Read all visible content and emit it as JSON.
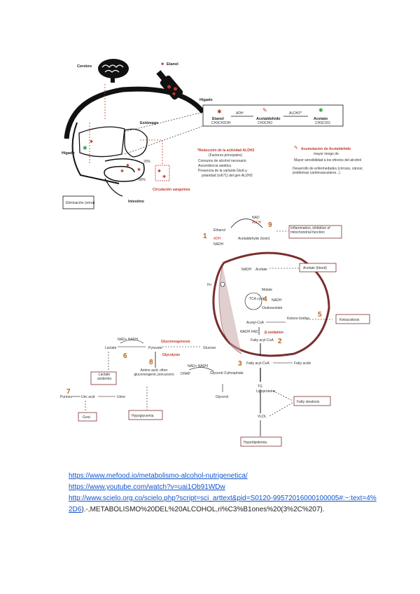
{
  "fig1": {
    "cerebro": "Cerebro",
    "etanol_legend": "Etanol",
    "estomago": "Estómago",
    "higado_box_title": "Hígado",
    "higado": "Hígado",
    "intestino": "Intestino",
    "eliminacion": "Eliminación (orina)",
    "circulacion": "Circulación sanguínea",
    "pct_20": "20%",
    "pct_80": "80%",
    "etanol": "Etanol",
    "etanol_formula": "CH3CH2OH",
    "adh": "ADH",
    "acetaldehido": "Acetaldehído",
    "acetaldehido_formula": "CH3CHO",
    "aldh2": "ALDH2*",
    "acetato": "Acetato",
    "acetato_formula": "CH3COO-",
    "reduccion_title": "*Reducción de la actividad ALDH2",
    "reduccion_sub": "(Factores principales)",
    "reduccion_items": [
      "Consumo de alcohol necesario",
      "Ascendencia asiática",
      "Presencia de la variante Glu/Lu",
      "polaridad (rs671) del gen ALDH2"
    ],
    "acumulacion_title": "Acumulación de Acetaldehído",
    "acumulacion_sub": "mayor riesgo de",
    "acumulacion_items": [
      "Mayor sensibilidad a los efectos del alcohol",
      "Desarrollo de enfermedades (cirrosis, cáncer, problemas cardiovasculares...)"
    ]
  },
  "fig2": {
    "nums": [
      "1",
      "2",
      "3",
      "4",
      "5",
      "6",
      "7",
      "8",
      "9"
    ],
    "ethanol": "Ethanol",
    "adh": "ADH",
    "nadh": "NADH",
    "acetaldehyde": "Acetaldehyde (toxin)",
    "nad": "NAD",
    "aldh": "ALDH",
    "box9": "Inflammation, inhibition of mitochondrial function",
    "acetate": "Acetate",
    "acetate_blood": "Acetate (blood)",
    "h_plus": "H+",
    "tca": "TCA cycle",
    "malate": "Malate",
    "oxaloacetate": "Oxaloacetate",
    "nadh_small": "NADH",
    "acetyl_coa": "Acetyl-CoA",
    "ketone": "Ketone bodies",
    "ketoacidosis": "Ketoacidosis",
    "nadh_fad": "NADH FAD",
    "beta_ox": "β-oxidation",
    "fatty_acyl": "Fatty acyl-CoA",
    "gluconeo": "Gluconeogenesis",
    "glycolysis": "Glycolysis",
    "glucose": "Glucose",
    "lactate": "Lactate",
    "pyruvate": "Pyruvate",
    "nad_nadh": "NAD+  NADH",
    "lactic": "Lactate acidemia",
    "amino": "Amino acid, other gluconeogenic precursors",
    "hypoglycemia": "Hypoglycemia",
    "purines": "Purines",
    "uric": "Uric acid",
    "urine": "Urine",
    "gout": "Gout",
    "dhap": "DHAP",
    "glycerol3p": "Glycerol-3-phosphate",
    "glycerol": "Glycerol",
    "fatty_acyl_coa": "Fatty acyl-CoA",
    "fatty_acids": "Fatty acids",
    "tg": "TG",
    "lipoproteins": "Lipoproteins",
    "vldl": "VLDL",
    "steatosis": "Fatty steatosis",
    "hyperlipidemia": "Hyperlipidemia"
  },
  "links": {
    "l1": "https://www.mefood.io/metabolismo-alcohol-nutrigenetica/",
    "l2": "https://www.youtube.com/watch?v=uai1Ob91WDw",
    "l3": "http://www.scielo.org.co/scielo.php?script=sci_arttext&pid=S0120-99572016000100005#:~:text=4%2D6",
    "l3_tail": ").-,METABOLISMO%20DEL%20ALCOHOL,ri%C3%B1ones%20(3%2C%207)."
  },
  "colors": {
    "accent_red": "#c0392b",
    "brown": "#7a2e2e",
    "orange_num": "#b5651d",
    "link": "#1155cc"
  }
}
